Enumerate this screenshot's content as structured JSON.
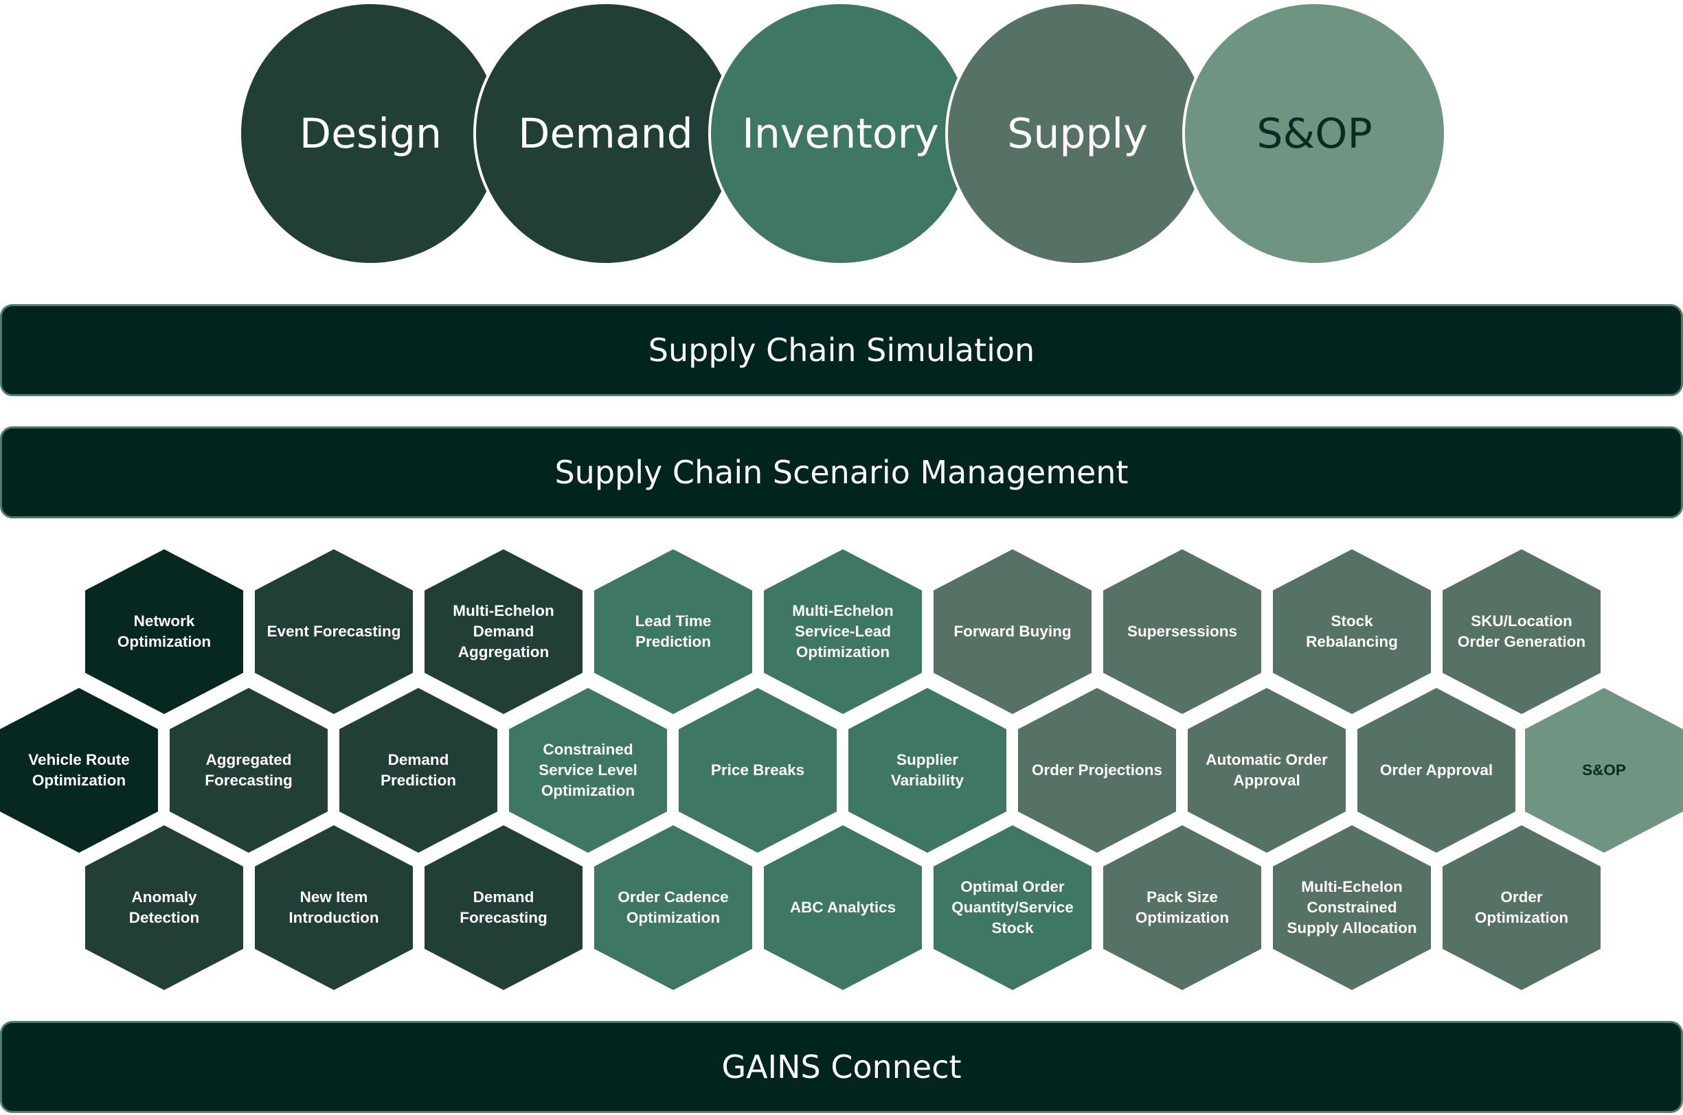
{
  "circles": [
    {
      "label": "Design",
      "color": "#213f36",
      "text_color": "#ffffff"
    },
    {
      "label": "Demand",
      "color": "#213f36",
      "text_color": "#ffffff"
    },
    {
      "label": "Inventory",
      "color": "#3e7862",
      "text_color": "#ffffff"
    },
    {
      "label": "Supply",
      "color": "#567264",
      "text_color": "#ffffff"
    },
    {
      "label": "S&OP",
      "color": "#6f9582",
      "text_color": "#0d2a22"
    }
  ],
  "bars": {
    "simulation": "Supply Chain Simulation",
    "scenario": "Supply Chain Scenario Management",
    "connect": "GAINS Connect"
  },
  "hex_rows": [
    [
      {
        "label": "Network\nOptimization",
        "tone": "darkest"
      },
      {
        "label": "Event Forecasting",
        "tone": "dark"
      },
      {
        "label": "Multi-Echelon\nDemand\nAggregation",
        "tone": "dark"
      },
      {
        "label": "Lead Time\nPrediction",
        "tone": "teal"
      },
      {
        "label": "Multi-Echelon\nService-Lead\nOptimization",
        "tone": "teal"
      },
      {
        "label": "Forward Buying",
        "tone": "sage"
      },
      {
        "label": "Supersessions",
        "tone": "sage"
      },
      {
        "label": "Stock\nRebalancing",
        "tone": "sage"
      },
      {
        "label": "SKU/Location\nOrder Generation",
        "tone": "sage"
      }
    ],
    [
      {
        "label": "Vehicle Route\nOptimization",
        "tone": "darkest"
      },
      {
        "label": "Aggregated\nForecasting",
        "tone": "dark"
      },
      {
        "label": "Demand\nPrediction",
        "tone": "dark"
      },
      {
        "label": "Constrained\nService Level\nOptimization",
        "tone": "teal"
      },
      {
        "label": "Price Breaks",
        "tone": "teal"
      },
      {
        "label": "Supplier\nVariability",
        "tone": "teal"
      },
      {
        "label": "Order Projections",
        "tone": "sage"
      },
      {
        "label": "Automatic Order\nApproval",
        "tone": "sage"
      },
      {
        "label": "Order Approval",
        "tone": "sage"
      },
      {
        "label": "S&OP",
        "tone": "light"
      }
    ],
    [
      {
        "label": "Anomaly\nDetection",
        "tone": "dark"
      },
      {
        "label": "New Item\nIntroduction",
        "tone": "dark"
      },
      {
        "label": "Demand\nForecasting",
        "tone": "dark"
      },
      {
        "label": "Order Cadence\nOptimization",
        "tone": "teal"
      },
      {
        "label": "ABC Analytics",
        "tone": "teal"
      },
      {
        "label": "Optimal Order\nQuantity/Service\nStock",
        "tone": "teal"
      },
      {
        "label": "Pack Size\nOptimization",
        "tone": "sage"
      },
      {
        "label": "Multi-Echelon\nConstrained\nSupply Allocation",
        "tone": "sage"
      },
      {
        "label": "Order\nOptimization",
        "tone": "sage"
      }
    ]
  ]
}
